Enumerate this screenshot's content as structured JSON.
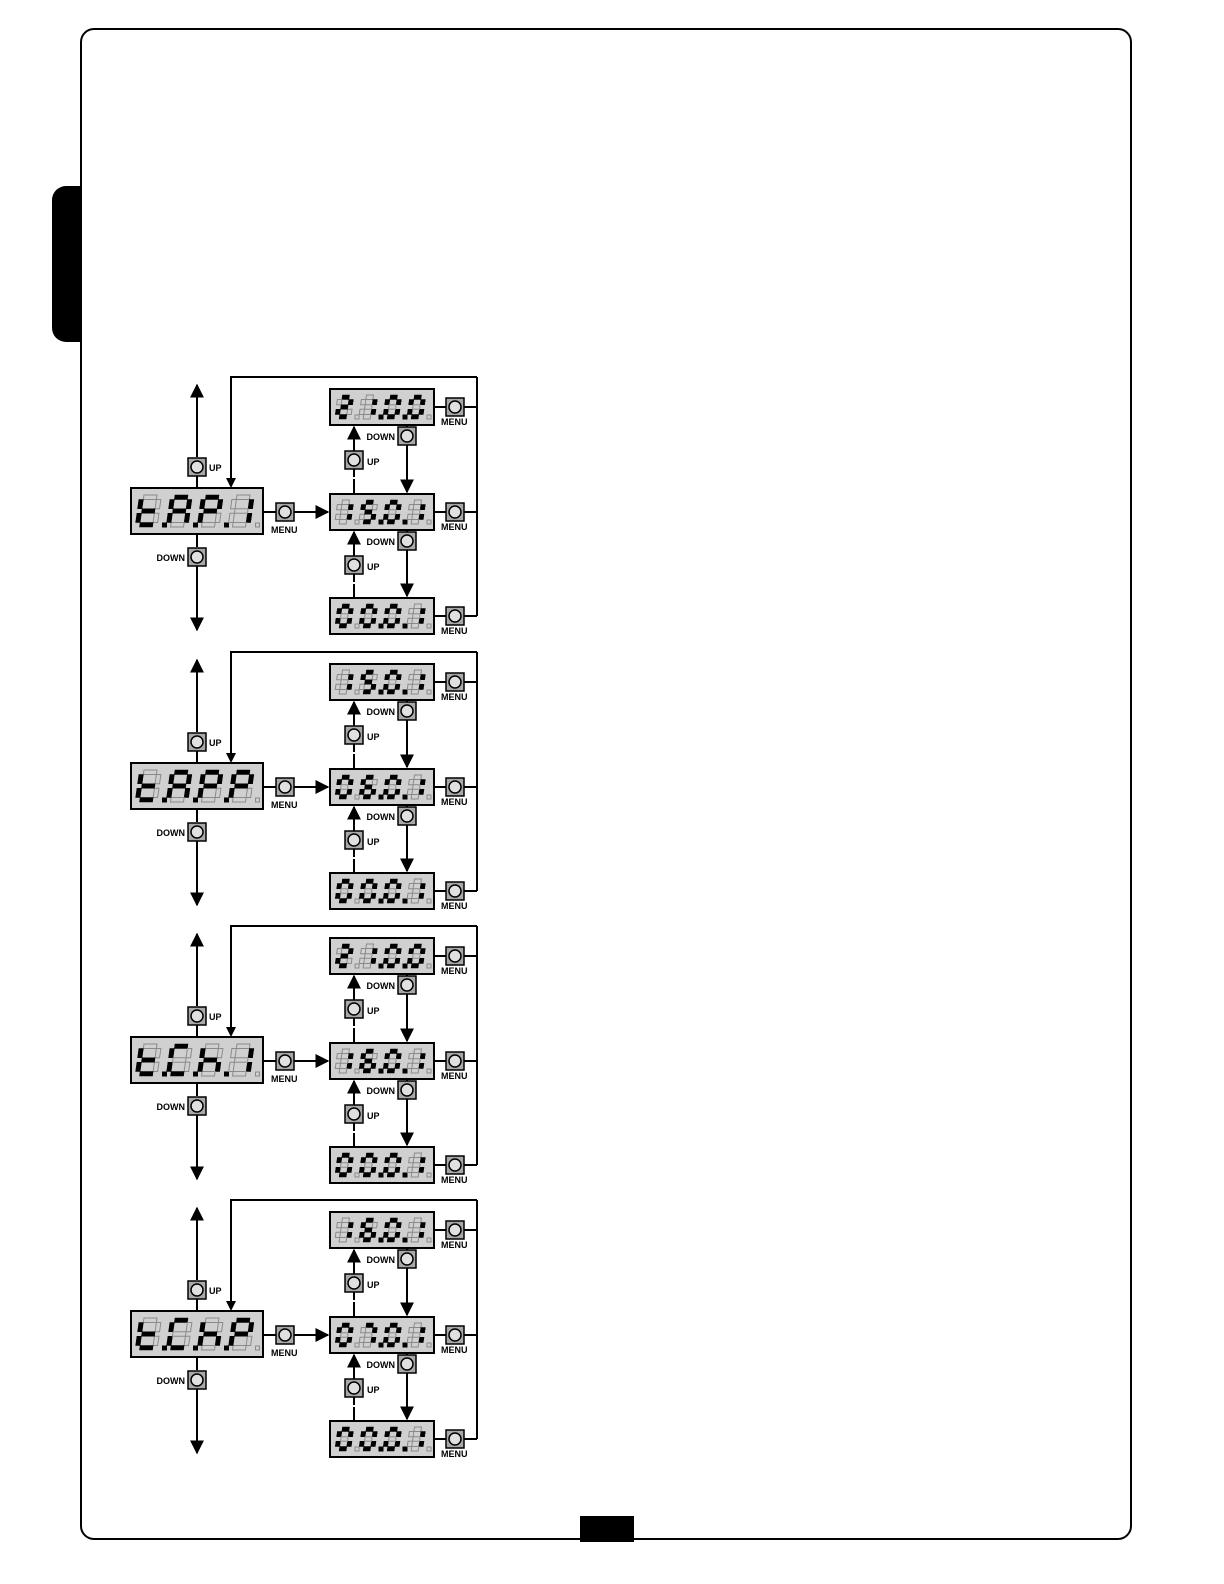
{
  "labels": {
    "up": "UP",
    "down": "DOWN",
    "menu": "MENU"
  },
  "groups": [
    {
      "name": "tap1",
      "main": [
        "t.",
        "A.",
        "P.",
        "1"
      ],
      "values": [
        [
          "2",
          "1.",
          "0.",
          "0"
        ],
        [
          "1",
          "5.",
          "0.",
          "1"
        ],
        [
          "0",
          "0.",
          "0.",
          "1"
        ]
      ]
    },
    {
      "name": "tapp",
      "main": [
        "t.",
        "A.",
        "P.",
        "P"
      ],
      "values": [
        [
          "1",
          "5.",
          "0.",
          "1"
        ],
        [
          "0",
          "6.",
          "0.",
          "1"
        ],
        [
          "0",
          "0.",
          "0.",
          "1"
        ]
      ]
    },
    {
      "name": "tch1",
      "main": [
        "t.",
        "C.",
        "h.",
        "1"
      ],
      "values": [
        [
          "2",
          "1.",
          "0.",
          "0"
        ],
        [
          "1",
          "6.",
          "0.",
          "1"
        ],
        [
          "0",
          "0.",
          "0.",
          "1"
        ]
      ]
    },
    {
      "name": "tchp",
      "main": [
        "t.",
        "C.",
        "h.",
        "P"
      ],
      "values": [
        [
          "1",
          "6.",
          "0.",
          "1"
        ],
        [
          "0",
          "7.",
          "0.",
          "1"
        ],
        [
          "0",
          "0.",
          "0.",
          "1"
        ]
      ]
    }
  ],
  "colors": {
    "display_bg": "#d0d0d0",
    "button_bg": "#a8a8a8",
    "ghost_digit": "#8a8a8a",
    "active_digit": "#000000"
  }
}
